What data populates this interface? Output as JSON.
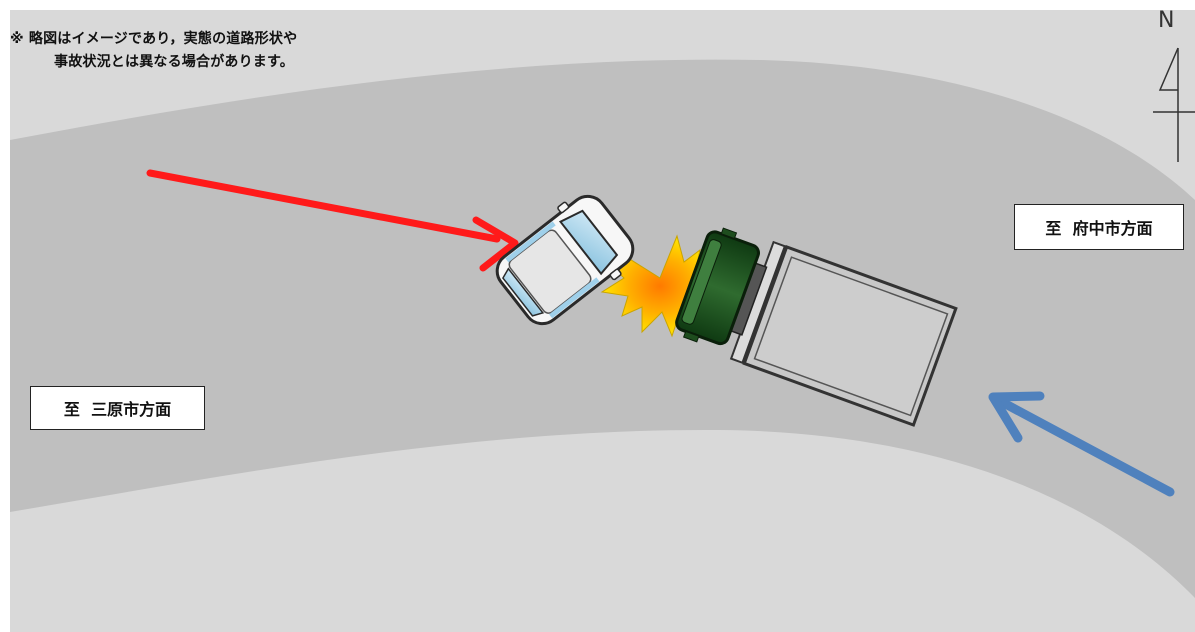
{
  "note": {
    "line1": "※ 略図はイメージであり，実態の道路形状や",
    "line2": "事故状況とは異なる場合があります。"
  },
  "labels": {
    "fuchu": "至  府中市方面",
    "mihara": "至  三原市方面"
  },
  "compass": {
    "letter": "N"
  },
  "colors": {
    "background_panel": "#d9d9d9",
    "road": "#bfbfbf",
    "car_arrow": "#ff0000",
    "truck_arrow": "#4f81bd",
    "truck_cab": "#1e4d1e",
    "impact_fill": "#ffd700",
    "impact_center": "#ff8c00"
  },
  "icons": [
    "car-icon",
    "truck-icon",
    "collision-burst-icon",
    "north-arrow-icon"
  ]
}
